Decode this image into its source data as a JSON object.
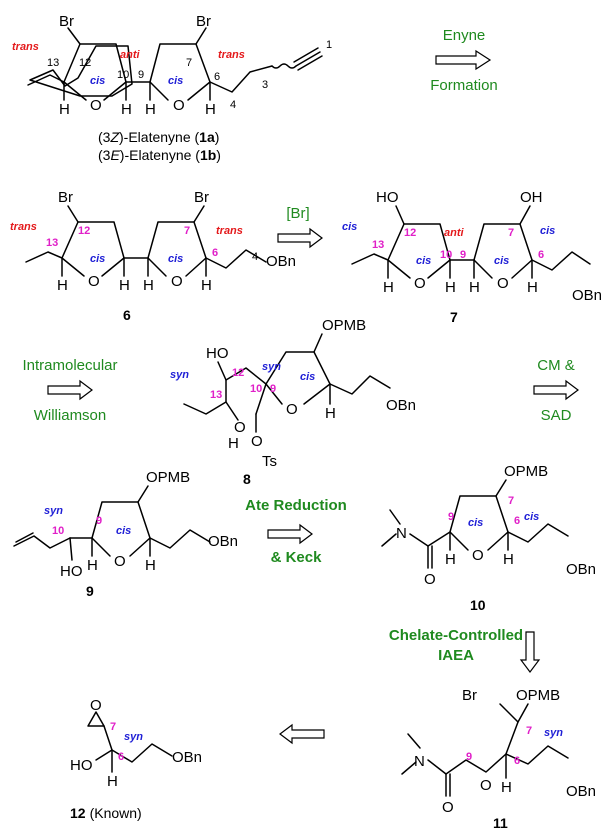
{
  "compounds": {
    "c1": {
      "name_z_prefix": "(3",
      "name_z_iso": "Z",
      "name_z_mid": ")-Elatenyne (",
      "name_z_id": "1a",
      "name_z_end": ")",
      "name_e_prefix": "(3",
      "name_e_iso": "E",
      "name_e_mid": ")-Elatenyne (",
      "name_e_id": "1b",
      "name_e_end": ")"
    },
    "c6": {
      "label": "6"
    },
    "c7": {
      "label": "7"
    },
    "c8": {
      "label": "8"
    },
    "c9": {
      "label": "9"
    },
    "c10": {
      "label": "10"
    },
    "c11": {
      "label": "11"
    },
    "c12": {
      "label": "12",
      "note": "(Known)"
    }
  },
  "arrows": {
    "a1": {
      "line1": "Enyne",
      "line2": "Formation"
    },
    "a2": {
      "line1": "[Br]"
    },
    "a3": {
      "line1": "Intramolecular",
      "line2": "Williamson"
    },
    "a4": {
      "line1": "CM &",
      "line2": "SAD"
    },
    "a5": {
      "line1": "Ate Reduction",
      "line2": "& Keck"
    },
    "a6": {
      "line1": "Chelate-Controlled",
      "line2": "IAEA"
    }
  },
  "atoms": {
    "br": "Br",
    "o": "O",
    "h": "H",
    "ho": "HO",
    "oh": "OH",
    "obn": "OBn",
    "opmb": "OPMB",
    "ts": "Ts",
    "n": "N"
  },
  "stereo": {
    "trans": "trans",
    "anti": "anti",
    "cis": "cis",
    "syn": "syn"
  },
  "numbers": {
    "n1": "1",
    "n3": "3",
    "n4": "4",
    "n6": "6",
    "n7": "7",
    "n9": "9",
    "n10": "10",
    "n12": "12",
    "n13": "13"
  },
  "colors": {
    "magenta": "#e020c8",
    "red": "#e41a1c",
    "blue": "#1f1fd6",
    "green": "#1f8a1f"
  }
}
